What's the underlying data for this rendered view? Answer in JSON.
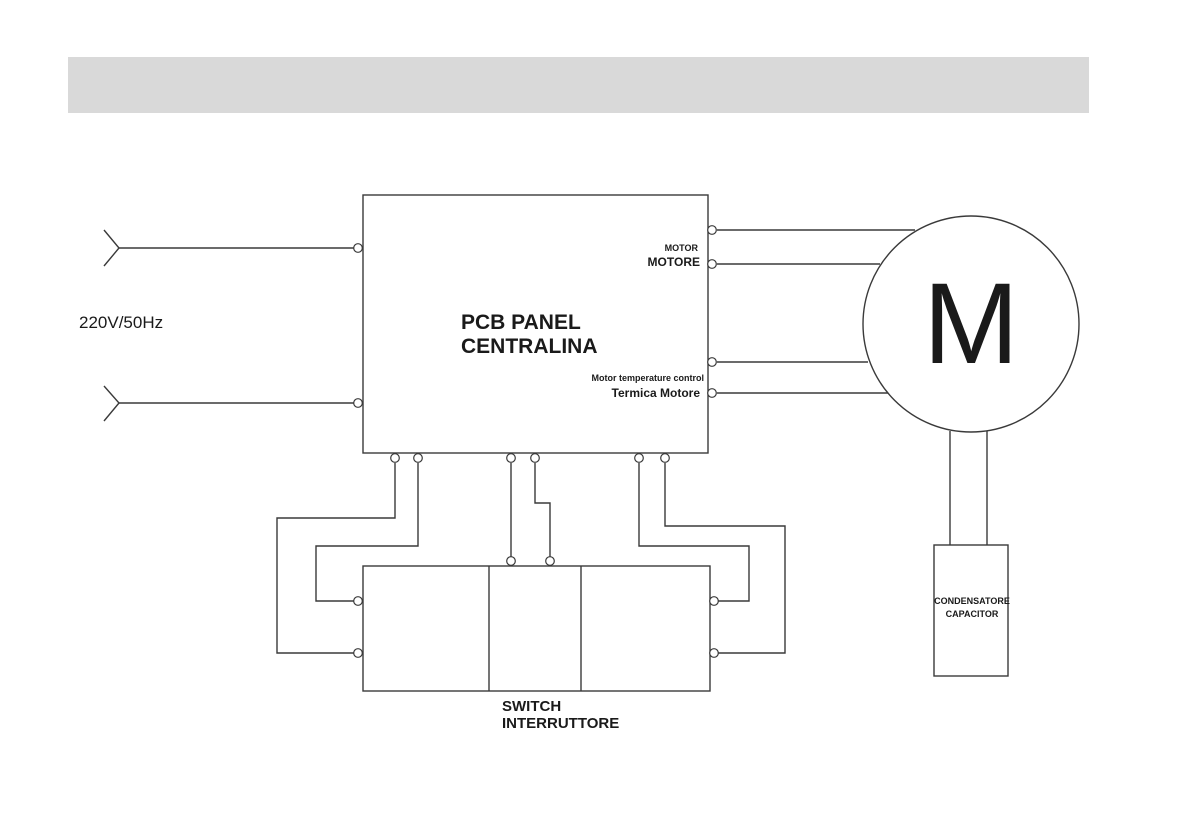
{
  "colors": {
    "header_band": "#d9d9d9",
    "line": "#3a3a3a",
    "text": "#1a1a1a"
  },
  "diagram": {
    "supply_label": "220V/50Hz",
    "pcb": {
      "title_en": "PCB PANEL",
      "title_it": "CENTRALINA"
    },
    "motor_port": {
      "label_en": "MOTOR",
      "label_it": "MOTORE"
    },
    "thermal_port": {
      "label_en": "Motor temperature control",
      "label_it": "Termica Motore"
    },
    "motor_symbol": "M",
    "capacitor": {
      "label_it": "CONDENSATORE",
      "label_en": "CAPACITOR"
    },
    "switch": {
      "label_en": "SWITCH",
      "label_it": "INTERRUTTORE"
    }
  }
}
